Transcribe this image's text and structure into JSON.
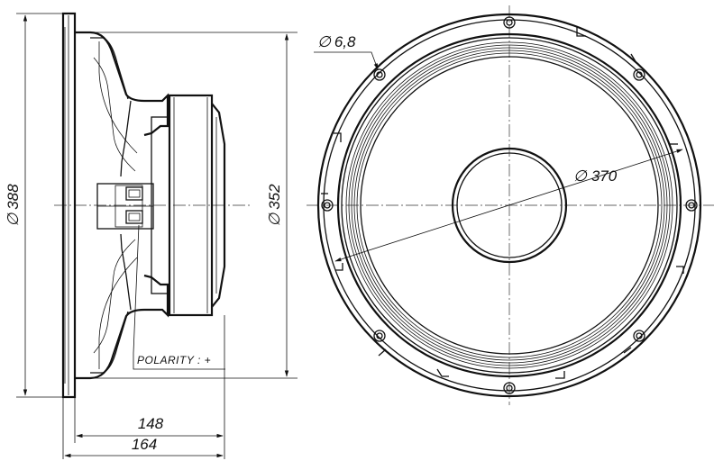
{
  "dimensions": {
    "outer_diameter": "388",
    "baffle_cutout_diameter": "352",
    "bolt_circle_diameter": "370",
    "hole_diameter": "6,8",
    "depth_without_flange": "148",
    "total_depth": "164",
    "diameter_symbol": "∅"
  },
  "labels": {
    "polarity": "POLARITY : +"
  },
  "colors": {
    "line": "#111111",
    "background": "#ffffff"
  }
}
